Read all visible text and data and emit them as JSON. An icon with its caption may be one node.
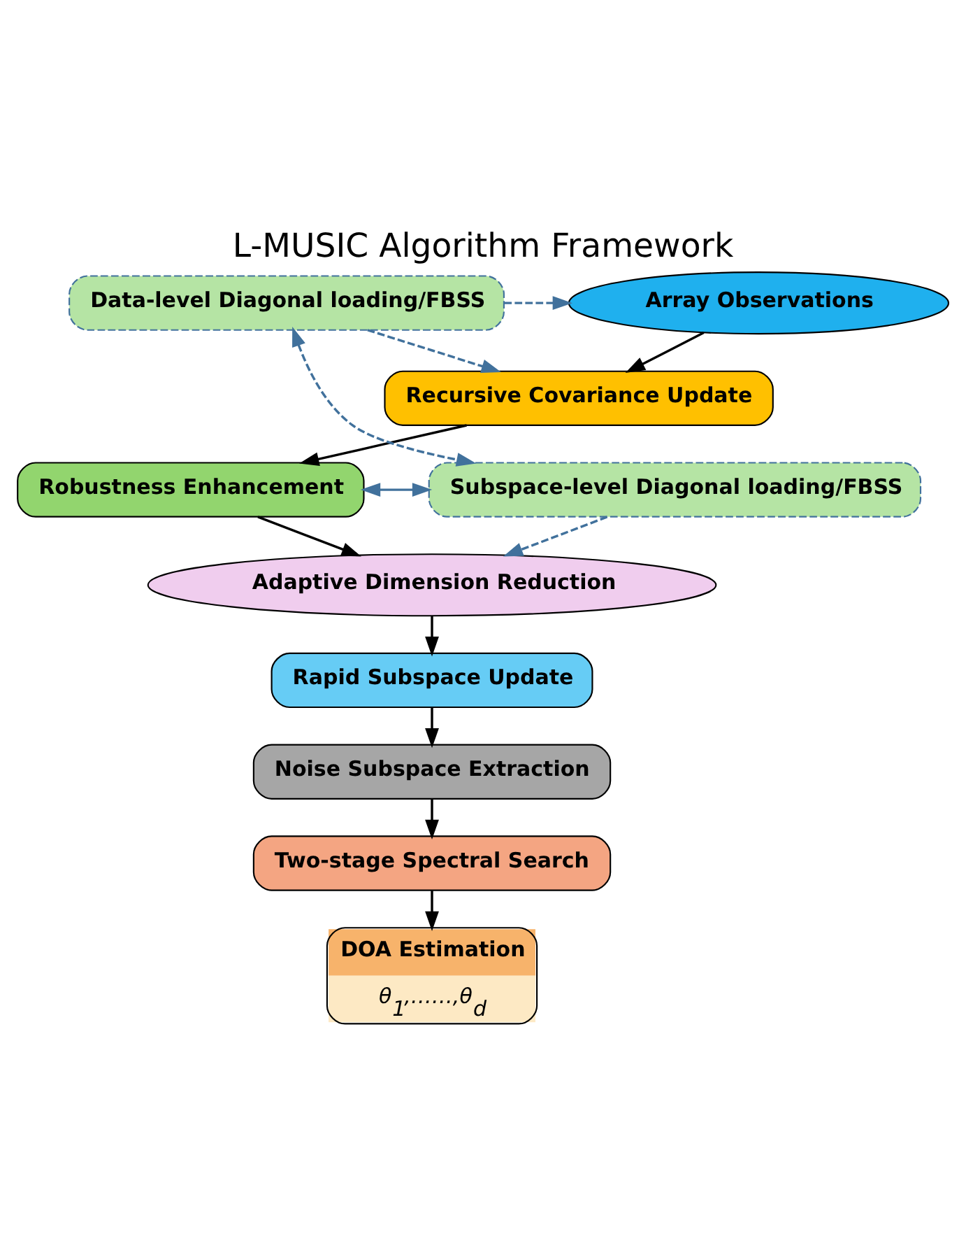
{
  "diagram": {
    "title": "L-MUSIC Algorithm Framework",
    "nodes": [
      {
        "text": [
          "Array Observations"
        ]
      },
      {
        "text": [
          "Recursive Covariance Update"
        ]
      },
      {
        "text": [
          "Robustness Enhancement"
        ]
      },
      {
        "text": [
          "Adaptive Dimension Reduction"
        ]
      },
      {
        "text": [
          "Rapid Subspace Update"
        ]
      },
      {
        "text": [
          "Noise Subspace Extraction"
        ]
      },
      {
        "text": [
          "Two-stage Spectral Search"
        ]
      },
      {
        "text": [
          "Data-level Diagonal loading/FBSS"
        ]
      },
      {
        "text": [
          "Subspace-level Diagonal loading/FBSS"
        ]
      },
      {
        "text": [
          "DOA Estimation",
          "θ$_{1}$,……,θ$_{d}$"
        ]
      }
    ],
    "edges": [
      {
        "from": 0,
        "to": 1,
        "arrow": "to"
      },
      {
        "from": 1,
        "to": 2,
        "arrow": "to"
      },
      {
        "from": 2,
        "to": 3,
        "arrow": "to"
      },
      {
        "from": 3,
        "to": 4,
        "arrow": "to"
      },
      {
        "from": 4,
        "to": 5,
        "arrow": "to"
      },
      {
        "from": 5,
        "to": 6,
        "arrow": "to"
      },
      {
        "from": 6,
        "to": 9,
        "arrow": "to"
      },
      {
        "from": 7,
        "to": 0,
        "arrow": "to",
        "style": "dashed",
        "color": "#41719c"
      },
      {
        "from": 7,
        "to": 1,
        "arrow": "to",
        "style": "dashed",
        "color": "#41719c"
      },
      {
        "from": 7,
        "to": 8,
        "arrow": "both",
        "style": "dashed",
        "color": "#41719c"
      },
      {
        "from": 2,
        "to": 8,
        "arrow": "both",
        "color": "#41719c"
      },
      {
        "from": 8,
        "to": 3,
        "arrow": "to",
        "style": "dashed",
        "color": "#41719c"
      }
    ]
  }
}
